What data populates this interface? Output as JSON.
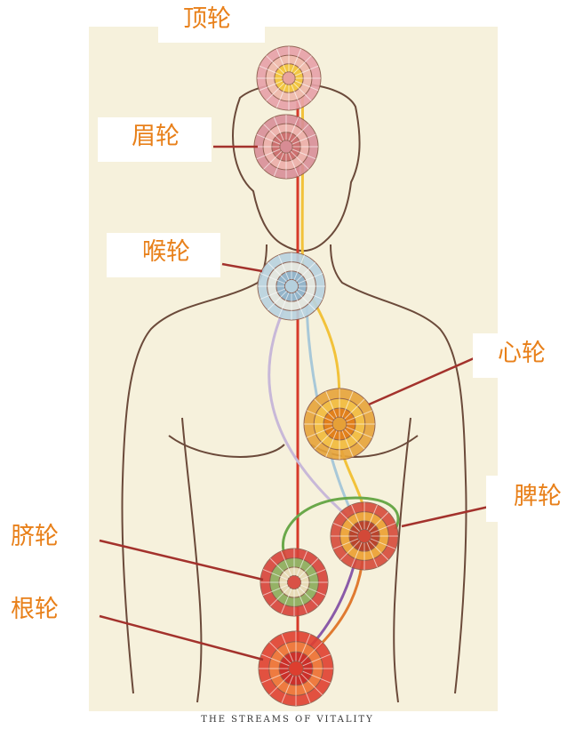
{
  "chakras": [
    {
      "id": "crown",
      "label": "顶轮",
      "colors": [
        "#e7a1a8",
        "#f0c0b0",
        "#f3c838"
      ]
    },
    {
      "id": "brow",
      "label": "眉轮",
      "colors": [
        "#d98f99",
        "#efb8b0",
        "#c96a6a"
      ]
    },
    {
      "id": "throat",
      "label": "喉轮",
      "colors": [
        "#b9d3e0",
        "#e8e8e0",
        "#8cb0c8"
      ]
    },
    {
      "id": "heart",
      "label": "心轮",
      "colors": [
        "#e7a43a",
        "#f4c24a",
        "#e07a18"
      ]
    },
    {
      "id": "spleen",
      "label": "脾轮",
      "colors": [
        "#d64a3a",
        "#f0b040",
        "#b43a2a"
      ]
    },
    {
      "id": "navel",
      "label": "脐轮",
      "colors": [
        "#d8433a",
        "#8ebd6a",
        "#f0e0c0"
      ]
    },
    {
      "id": "root",
      "label": "根轮",
      "colors": [
        "#e04030",
        "#f08040",
        "#c82828"
      ]
    }
  ],
  "caption": "THE STREAMS OF VITALITY",
  "colors": {
    "label_text": "#e8801a",
    "pointer_line": "#a3322c",
    "outline": "#6b4a3a",
    "background": "#f6f1dc"
  }
}
